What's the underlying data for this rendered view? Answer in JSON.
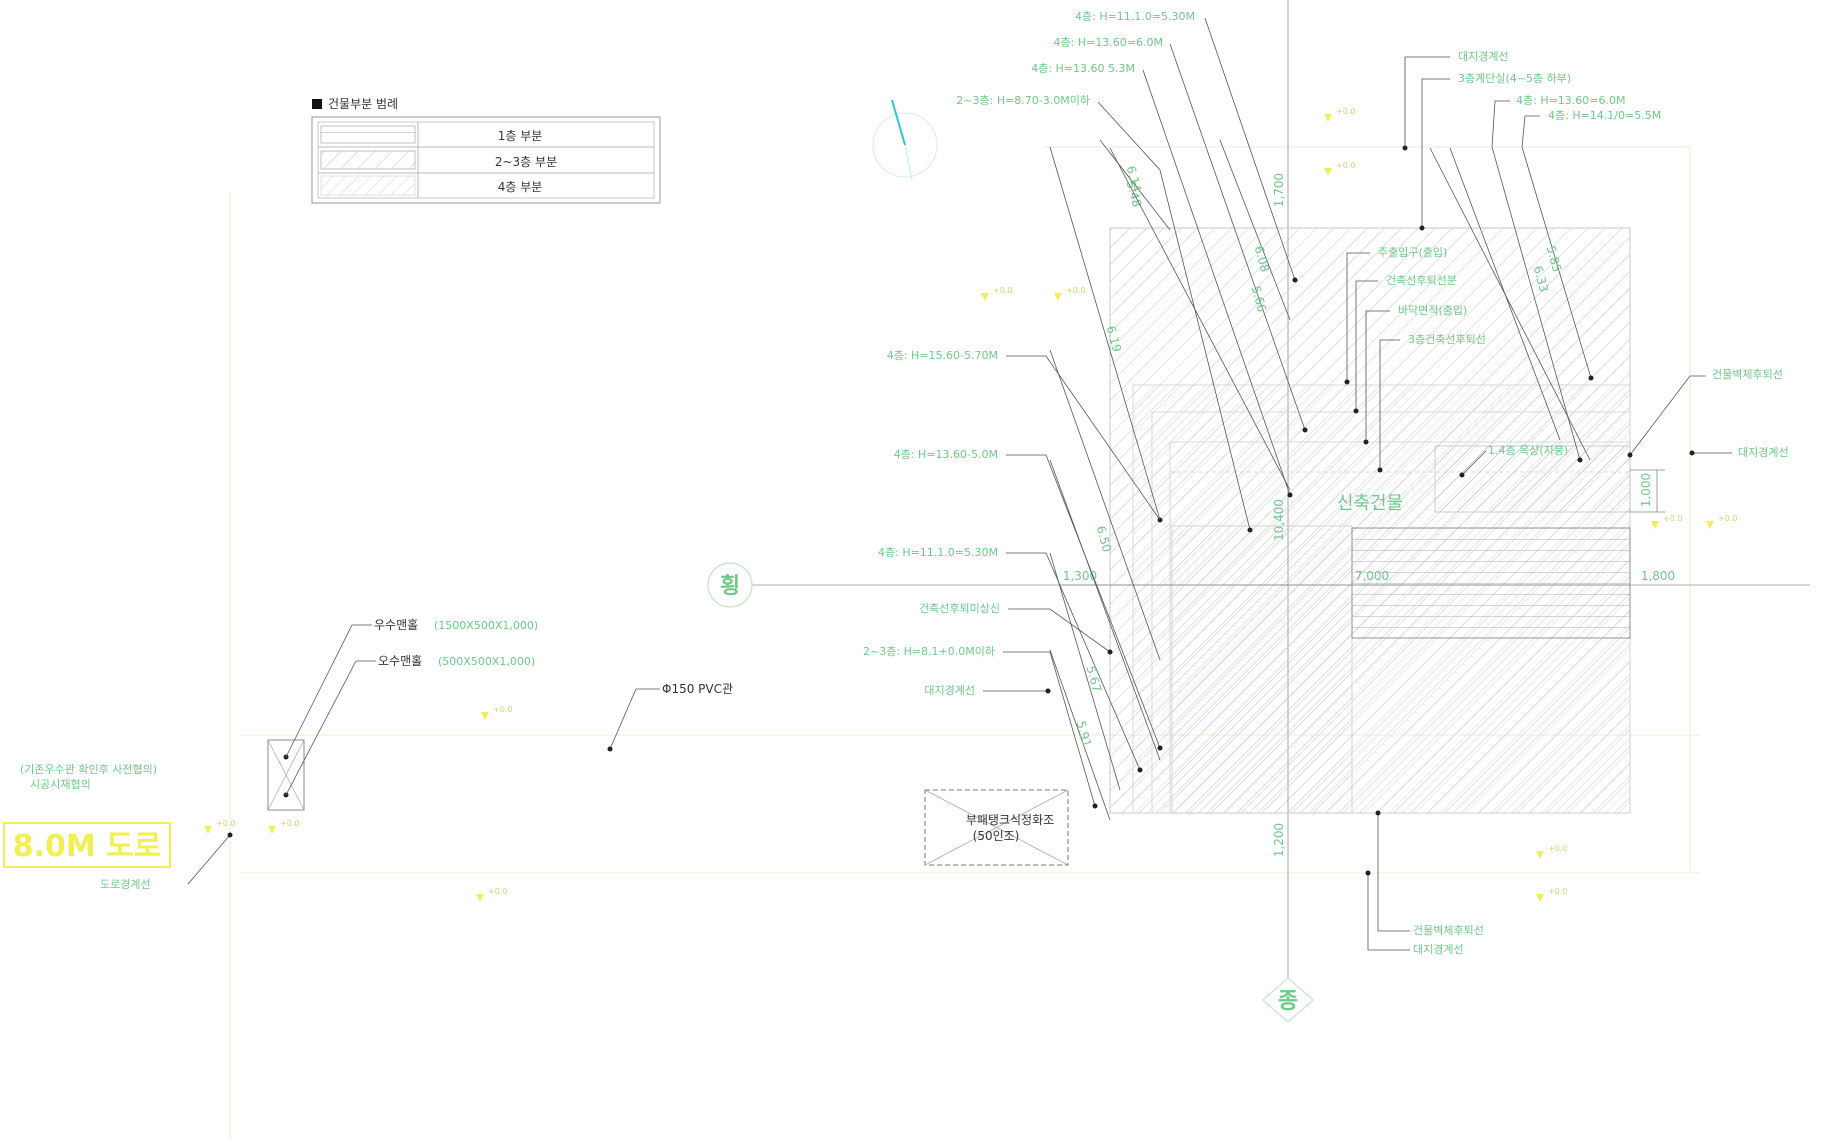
{
  "legend": {
    "title": "건물부분 범례",
    "rows": [
      "1층 부분",
      "2~3층 부분",
      "4층 부분"
    ]
  },
  "road": {
    "label": "8.0M 도로",
    "boundary": "도로경계선",
    "note1": "(기존우수관 확인후 사전협의)",
    "note2": "시공시재협의"
  },
  "pipes": {
    "rain_manhole": "우수맨홀",
    "rain_manhole_spec": "(1500X500X1,000)",
    "sewage_manhole": "오수맨홀",
    "sewage_manhole_spec": "(500X500X1,000)",
    "pvc": "Φ150 PVC관"
  },
  "septic": {
    "line1": "부패탱크식정화조",
    "line2": "(50인조)"
  },
  "building": {
    "name": "신축건물"
  },
  "axes": {
    "horizontal": "횡",
    "vertical": "종"
  },
  "labels_left": [
    "4층: H=15.60-5.70M",
    "4층: H=13.60-5.0M",
    "4층: H=11.1.0=5.30M",
    "건축선후퇴미상신",
    "2~3층: H=8.1+0.0M이하",
    "대지경계선"
  ],
  "labels_top": [
    "4층: H=11.1.0=5.30M",
    "4층: H=13.60=6.0M",
    "4층: H=13.60 5.3M",
    "2~3층: H=8.70-3.0M이하"
  ],
  "labels_top_right": [
    "대지경계선",
    "3층계단실(4~5층 하부)",
    "4층: H=13.60=6.0M",
    "4층: H=14.1/0=5.5M"
  ],
  "labels_inner": [
    "주출입구(출입)",
    "건축선후퇴선분",
    "바닥면적(출입)",
    "3층건축선후퇴선"
  ],
  "labels_right": [
    "건물벽체후퇴선",
    "대지경계선",
    "1.4층 옥상(지붕)"
  ],
  "labels_bottom": [
    "건물벽체후퇴선",
    "대지경계선"
  ],
  "dims": {
    "top_v": "1,700",
    "bottom_v": "1,200",
    "left_h": "1,300",
    "center_h": "7,000",
    "right_h": "1,800",
    "center_v": "10,400",
    "mid_v": "1,000"
  },
  "diag_dims": [
    "5.48",
    "5.66",
    "6.19",
    "6.33",
    "6.50",
    "5.85",
    "5.67",
    "5.91",
    "6.14",
    "6.08"
  ],
  "level_tag": "+0.0"
}
